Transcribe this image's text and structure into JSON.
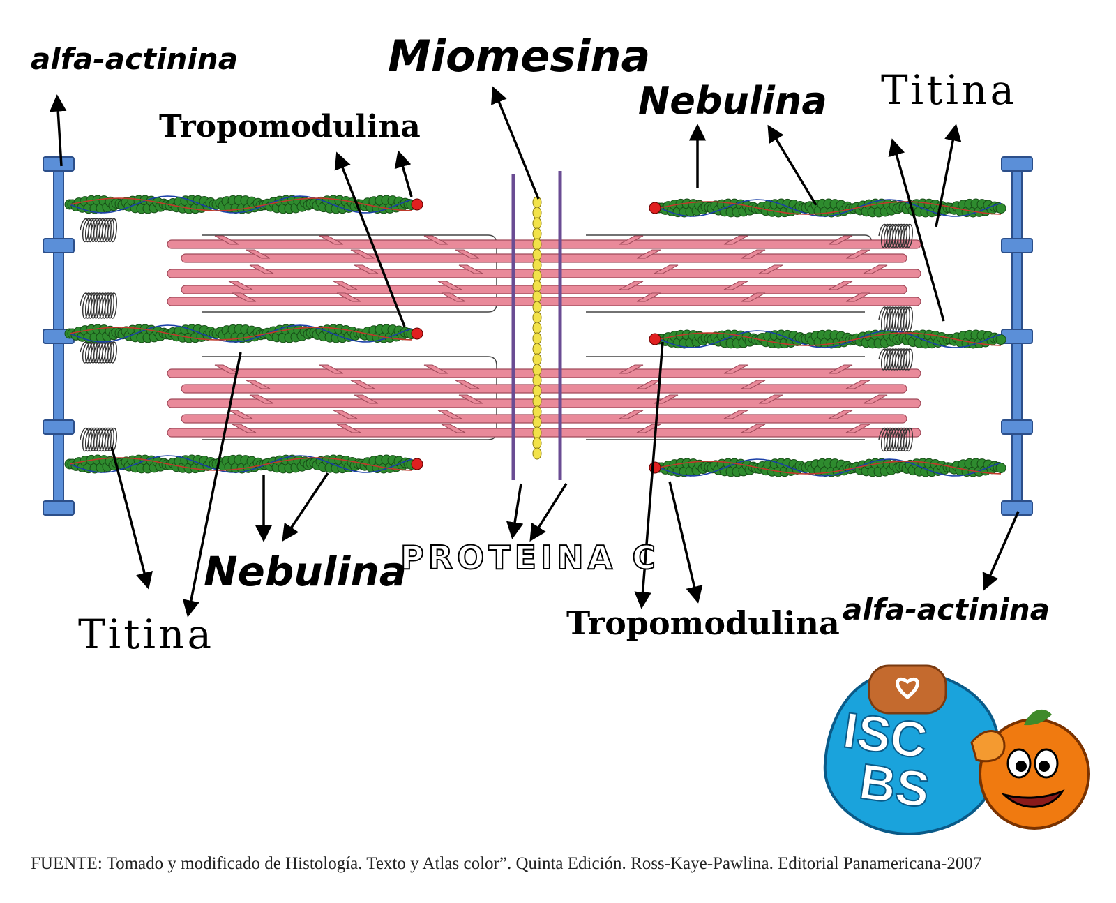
{
  "labels": {
    "alfa_actinina_left": "alfa-actinina",
    "alfa_actinina_right": "alfa-actinina",
    "miomesina": "Miomesina",
    "tropomodulina_top": "Tropomodulina",
    "tropomodulina_bottom": "Tropomodulina",
    "nebulina_top": "Nebulina",
    "nebulina_bottom": "Nebulina",
    "titina_top": "Titina",
    "titina_bottom": "Titina",
    "proteina_c": "PROTEINA C"
  },
  "source": "FUENTE: Tomado y modificado de Histología. Texto y Atlas color”. Quinta Edición. Ross-Kaye-Pawlina. Editorial Panamericana-2007",
  "logo": {
    "line1": "ISC",
    "line2": "BS"
  },
  "colors": {
    "actin": "#2e8b2e",
    "myosin": "#e98a9a",
    "z_disc": "#5b8fd8",
    "m_line": "#f2e24a",
    "tropomodulin": "#e02020",
    "nebulin_strand": "#1a3fa8",
    "tropomyosin_strand": "#c0392b"
  }
}
